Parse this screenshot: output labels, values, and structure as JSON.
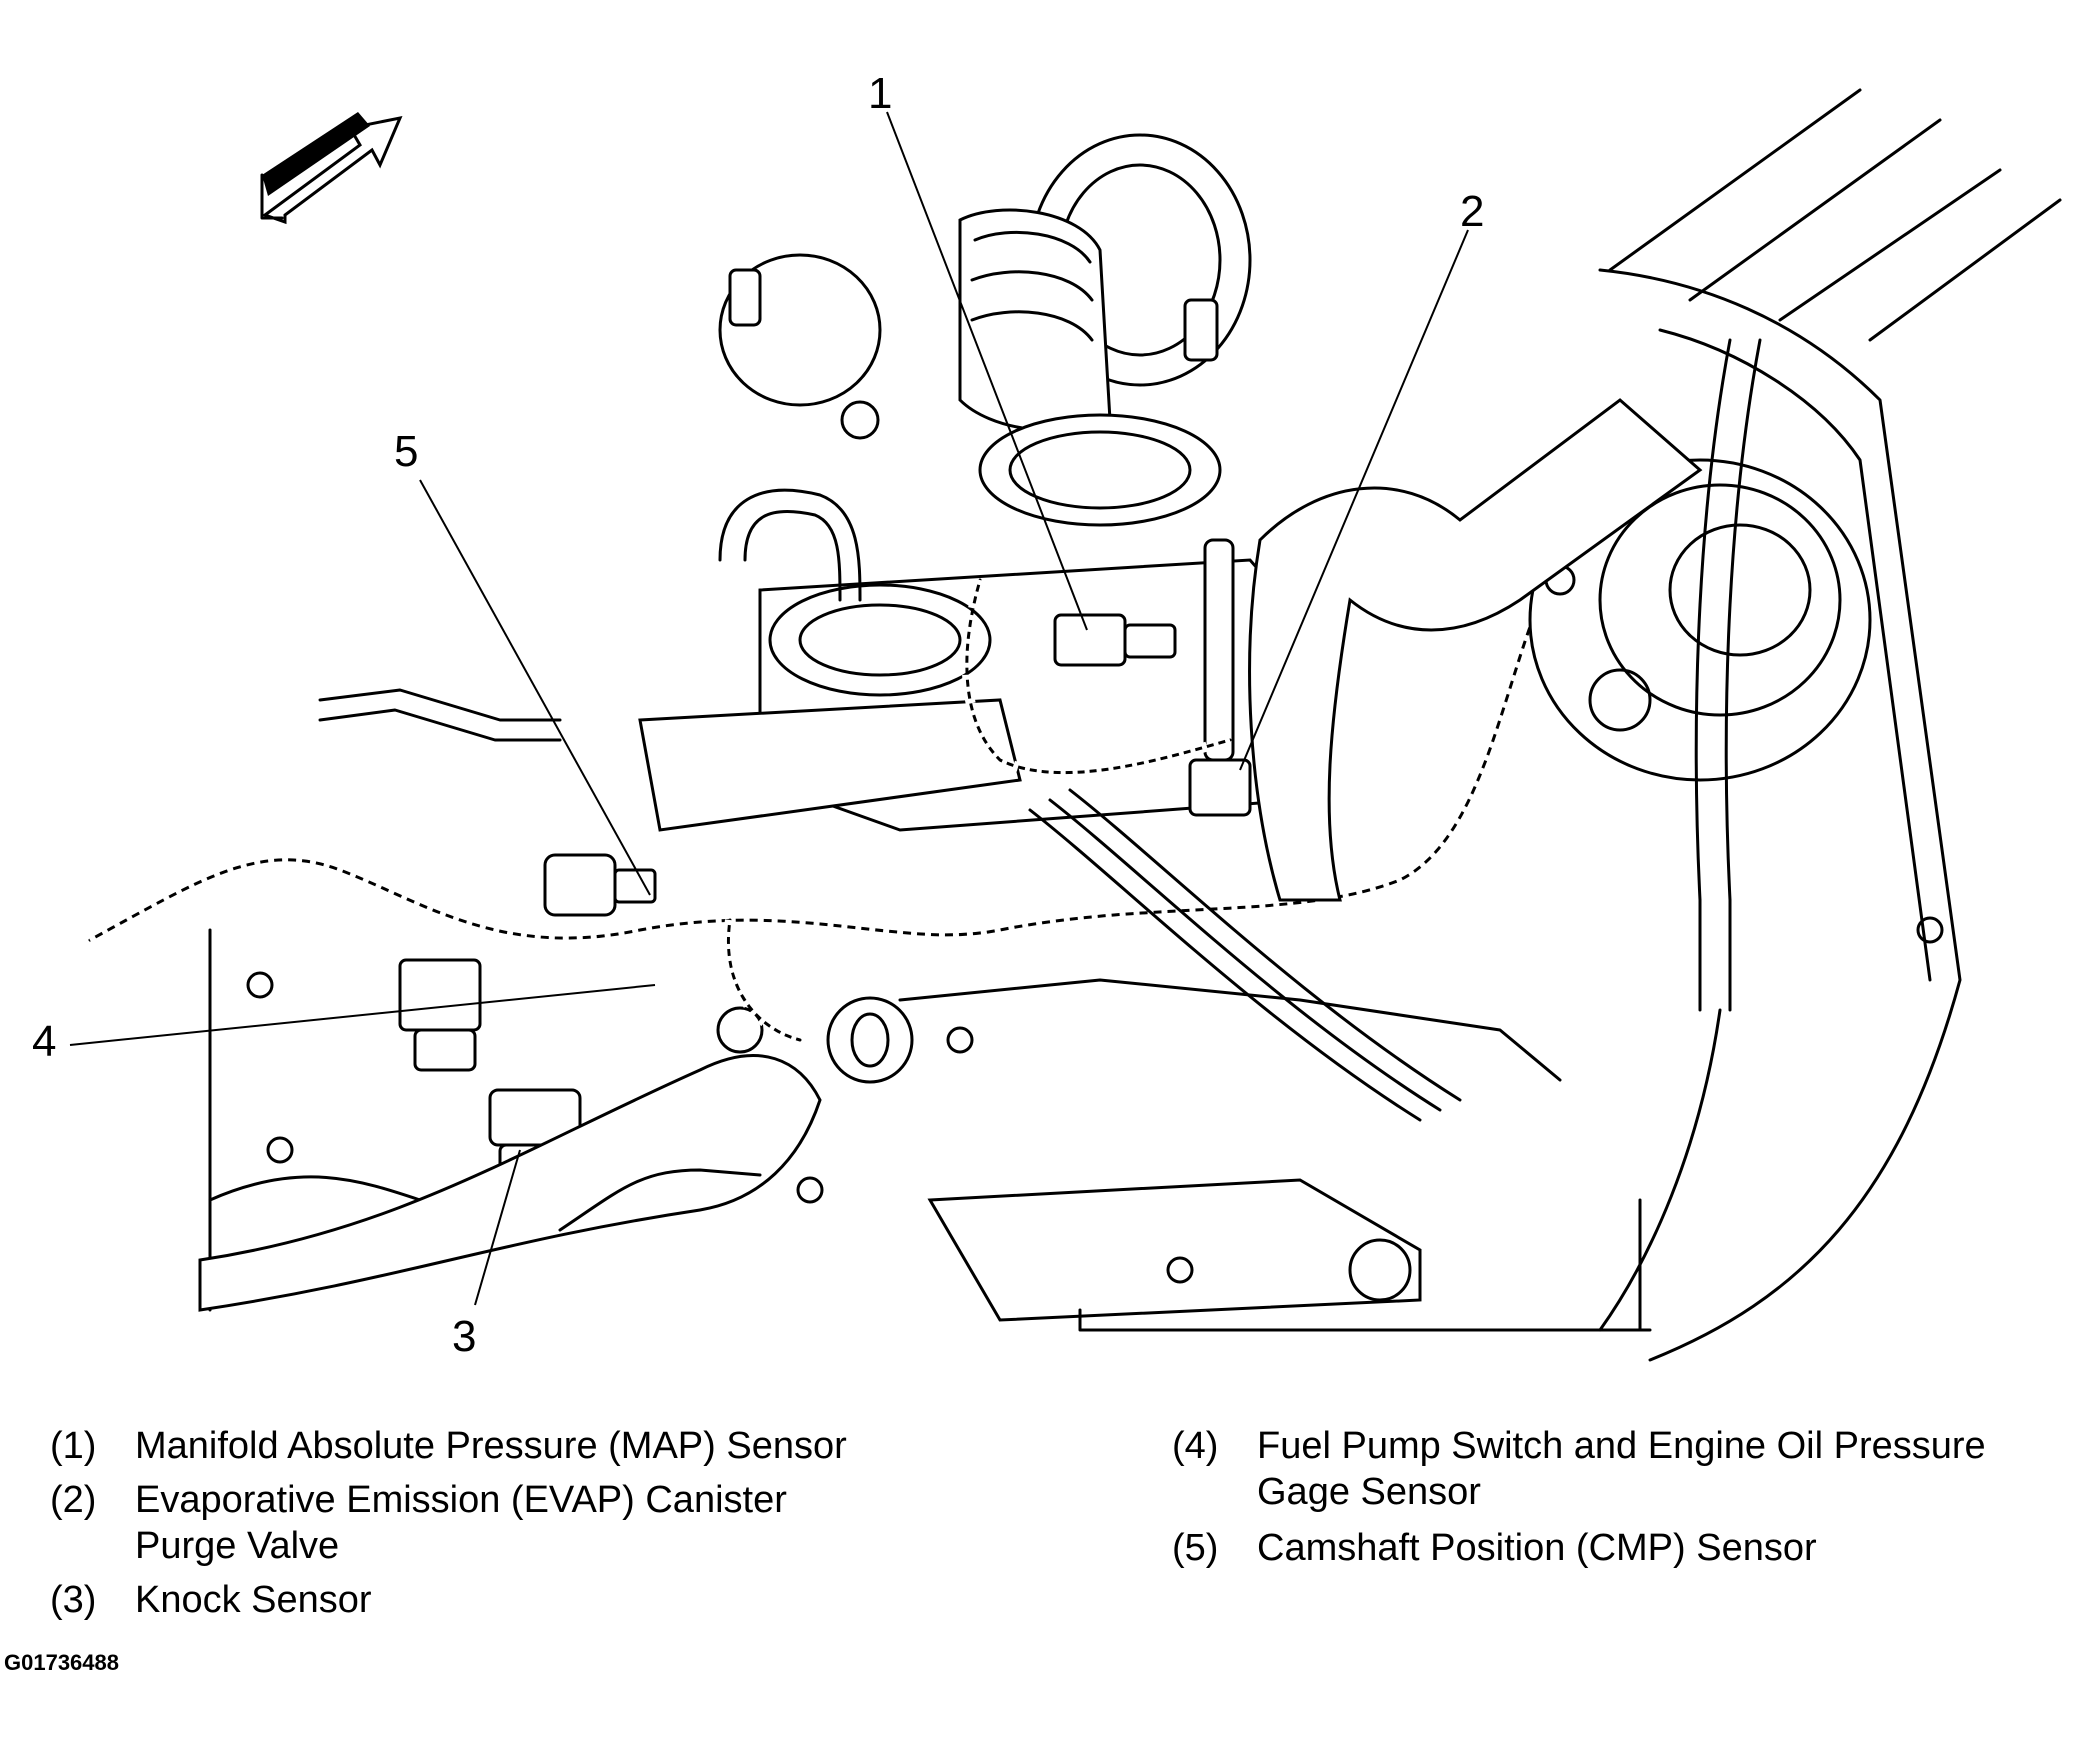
{
  "callouts": [
    {
      "num": "1"
    },
    {
      "num": "2"
    },
    {
      "num": "3"
    },
    {
      "num": "4"
    },
    {
      "num": "5"
    }
  ],
  "legend": [
    {
      "num": "(1)",
      "lines": [
        "Manifold Absolute Pressure (MAP) Sensor"
      ]
    },
    {
      "num": "(2)",
      "lines": [
        "Evaporative Emission (EVAP) Canister",
        "Purge Valve"
      ]
    },
    {
      "num": "(3)",
      "lines": [
        "Knock Sensor"
      ]
    },
    {
      "num": "(4)",
      "lines": [
        "Fuel Pump Switch and Engine Oil Pressure",
        "Gage Sensor"
      ]
    },
    {
      "num": "(5)",
      "lines": [
        "Camshaft Position (CMP) Sensor"
      ]
    }
  ],
  "figure_id": "G01736488",
  "icons": {
    "orientation_arrow": "forward-arrow-icon"
  }
}
